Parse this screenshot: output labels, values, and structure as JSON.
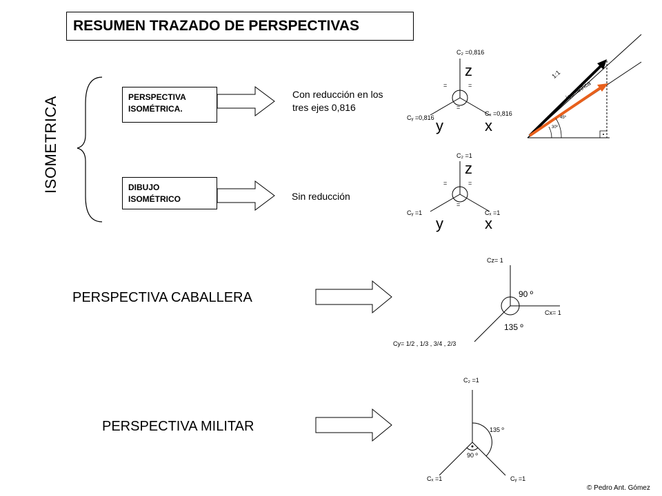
{
  "title": "RESUMEN TRAZADO DE PERSPECTIVAS",
  "side_label": "ISOMETRICA",
  "iso_box": {
    "line1": "PERSPECTIVA",
    "line2": "ISOMÉTRICA."
  },
  "iso_desc": {
    "line1": "Con reducción en los",
    "line2": "tres ejes 0,816"
  },
  "dib_box": {
    "line1": "DIBUJO",
    "line2": "ISOMÉTRICO"
  },
  "dib_desc": "Sin reducción",
  "iso_axes": {
    "cz": "C₂ =0,816",
    "cy": "Cᵧ =0,816",
    "cx": "Cₓ =0,816",
    "z": "z",
    "y": "y",
    "x": "x",
    "eq": "="
  },
  "dib_axes": {
    "cz": "C₂ =1",
    "cy": "Cᵧ =1",
    "cx": "Cₓ =1",
    "z": "z",
    "y": "y",
    "x": "x",
    "eq": "="
  },
  "scale_diagram": {
    "ratio": "1:1",
    "iso_label": "isométrica",
    "angle1": "45º",
    "angle2": "30º",
    "colors": {
      "true_length": "#000000",
      "isometric": "#e8601c"
    }
  },
  "caballera": {
    "title": "PERSPECTIVA CABALLERA",
    "cz": "Cz= 1",
    "cx": "Cx= 1",
    "cy": "Cy= 1/2 , 1/3 , 3/4 , 2/3",
    "angle90": "90 º",
    "angle135": "135 º"
  },
  "militar": {
    "title": "PERSPECTIVA MILITAR",
    "cz": "C₂ =1",
    "cx": "Cₓ =1",
    "cy": "Cᵧ =1",
    "angle135": "135 º",
    "angle90": "90 º"
  },
  "credit": "© Pedro Ant. Gómez"
}
